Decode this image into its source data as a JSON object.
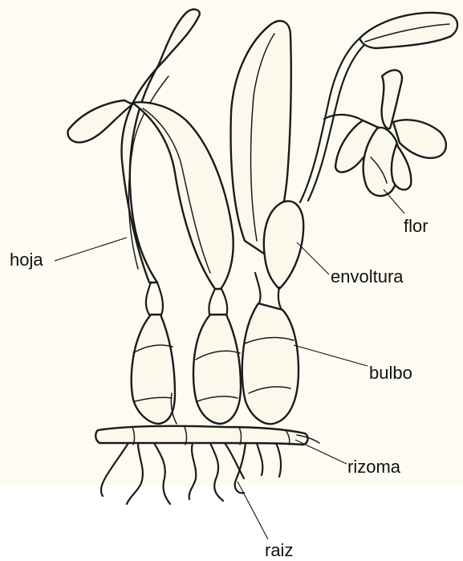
{
  "diagram": {
    "labels": {
      "hoja": "hoja",
      "flor": "flor",
      "envoltura": "envoltura",
      "bulbo": "bulbo",
      "rizoma": "rizoma",
      "raiz": "raiz"
    }
  },
  "colors": {
    "paper": "#fdfbf2",
    "ink": "#1b1b1b",
    "label_text": "#111111"
  }
}
